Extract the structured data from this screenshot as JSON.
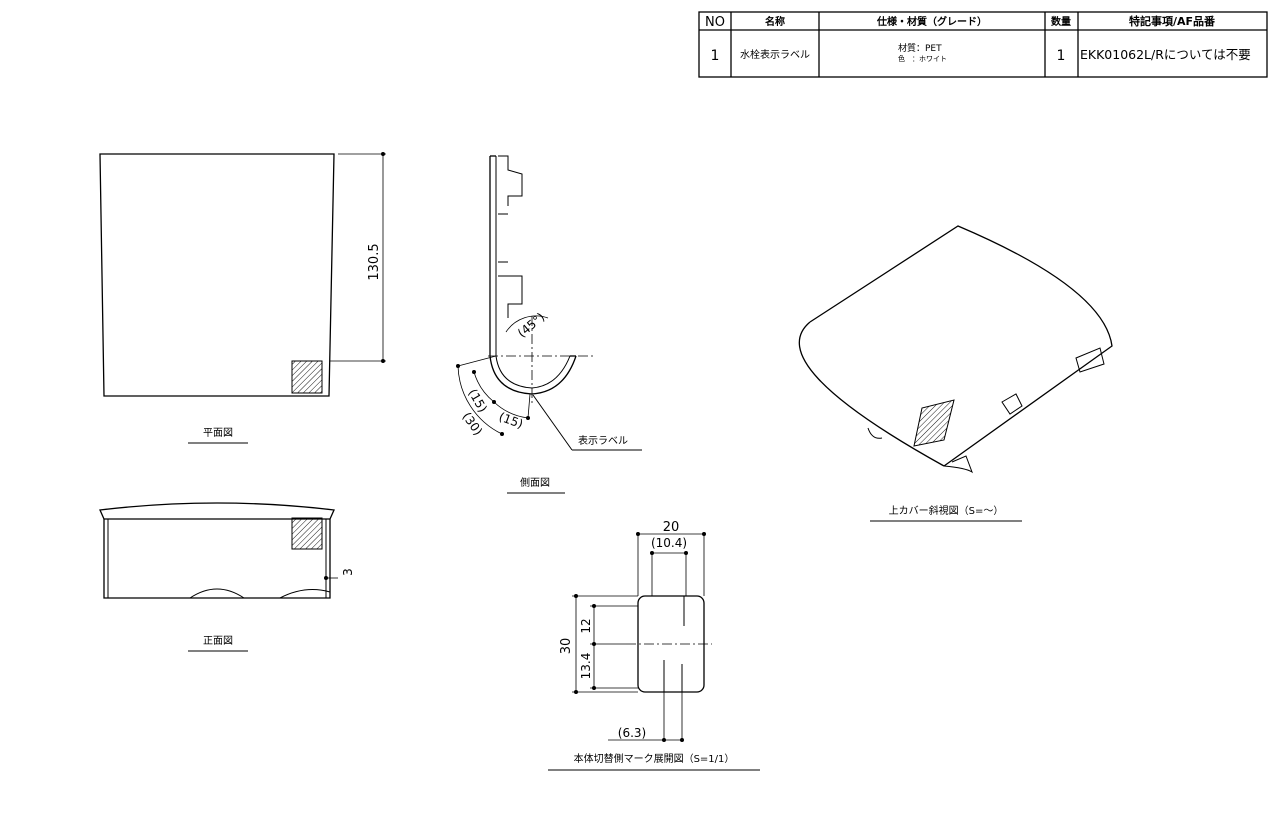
{
  "parts_table": {
    "headers": {
      "no": "NO",
      "name": "名称",
      "spec": "仕様・材質（グレード）",
      "qty": "数量",
      "note": "特記事項/AF品番"
    },
    "rows": [
      {
        "no": "1",
        "name": "水栓表示ラベル",
        "spec_line1": "材質：PET",
        "spec_line2": "色　：ホワイト",
        "qty": "1",
        "note": "EKK01062L/Rについては不要"
      }
    ]
  },
  "views": {
    "plan": {
      "title": "平面図",
      "dim_height": "130.5"
    },
    "side": {
      "title": "側面図",
      "angle": "(45°)",
      "dim_a": "(15)",
      "dim_b": "(15)",
      "dim_c": "(30)",
      "leader_label": "表示ラベル"
    },
    "front": {
      "title": "正面図",
      "dim_gap": "3"
    },
    "iso": {
      "title": "上カバー斜視図（S=～）"
    },
    "label_dev": {
      "title": "本体切替側マーク展開図（S=1/1）",
      "width": "20",
      "width_ref": "(10.4)",
      "height": "30",
      "h_upper": "12",
      "h_lower": "13.4",
      "offset": "(6.3)"
    }
  }
}
